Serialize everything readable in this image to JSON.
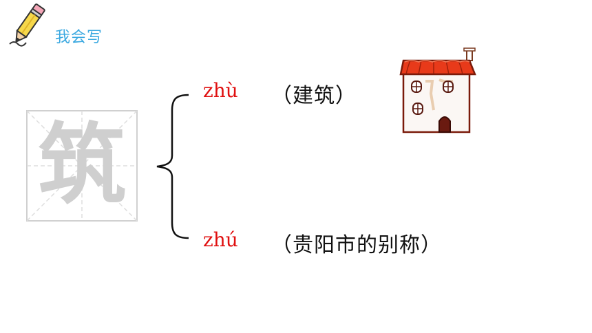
{
  "header": {
    "title": "我会写"
  },
  "character": {
    "glyph": "筑"
  },
  "readings": [
    {
      "pinyin": "zhù",
      "meaning": "（建筑）"
    },
    {
      "pinyin": "zhú",
      "meaning": "（贵阳市的别称）"
    }
  ],
  "colors": {
    "title": "#3aa8e0",
    "pinyin": "#e01010",
    "roof": "#e83a1a",
    "grid": "#d8d8d8"
  },
  "icons": {
    "header": "pencil-icon",
    "illustration": "house-icon"
  }
}
